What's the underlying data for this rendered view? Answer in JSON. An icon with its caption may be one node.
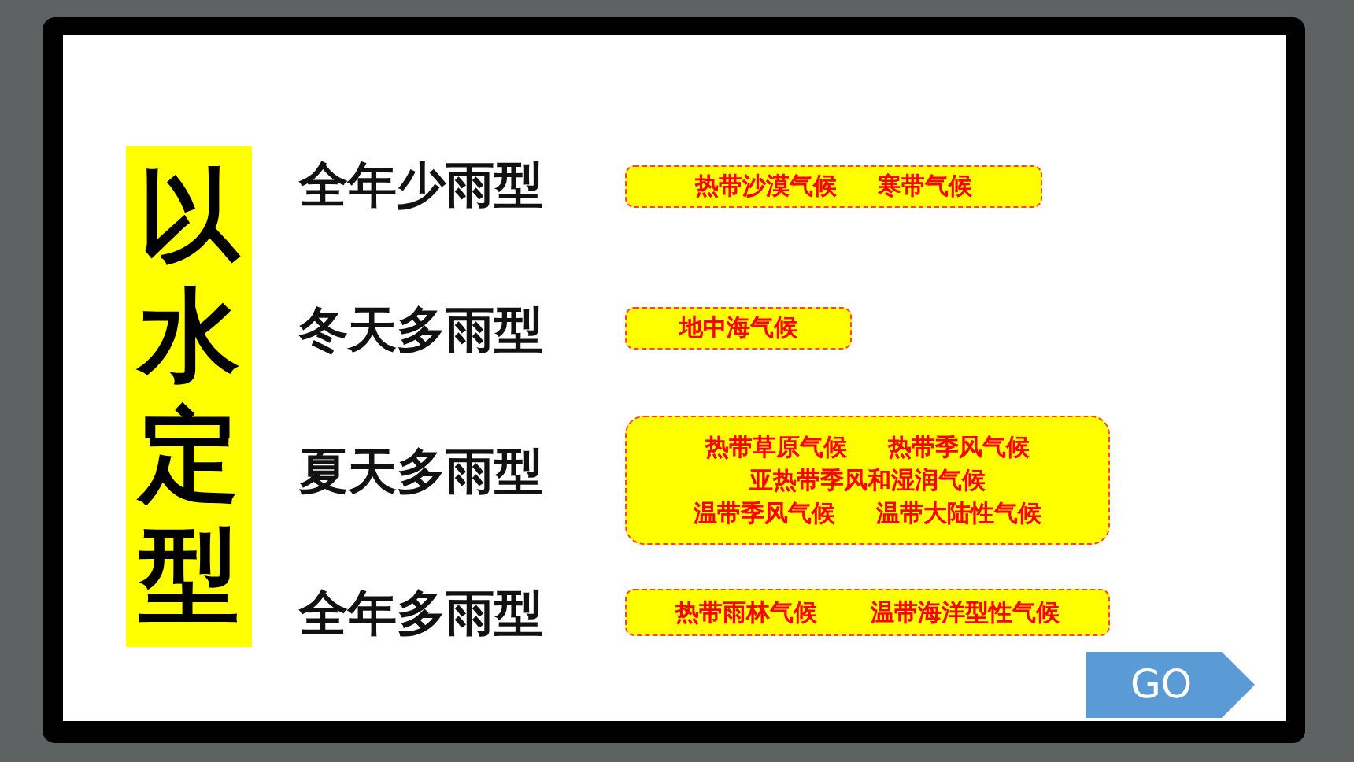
{
  "diagram": {
    "nodes": [
      {
        "text": [
          "以水定型"
        ]
      },
      {
        "text": [
          "热带沙漠气候",
          "寒带气候"
        ]
      },
      {
        "text": [
          "地中海气候"
        ]
      },
      {
        "text": [
          "热带草原气候",
          "热带季风气候",
          "亚热带季风和湿润气候",
          "温带季风气候",
          "温带大陆性气候"
        ]
      },
      {
        "text": [
          "热带雨林气候",
          "温带海洋型性气候"
        ]
      },
      {
        "text": [
          "GO"
        ]
      }
    ],
    "edges": [],
    "labels": [
      "全年少雨型",
      "冬天多雨型",
      "夏天多雨型",
      "全年多雨型"
    ]
  }
}
